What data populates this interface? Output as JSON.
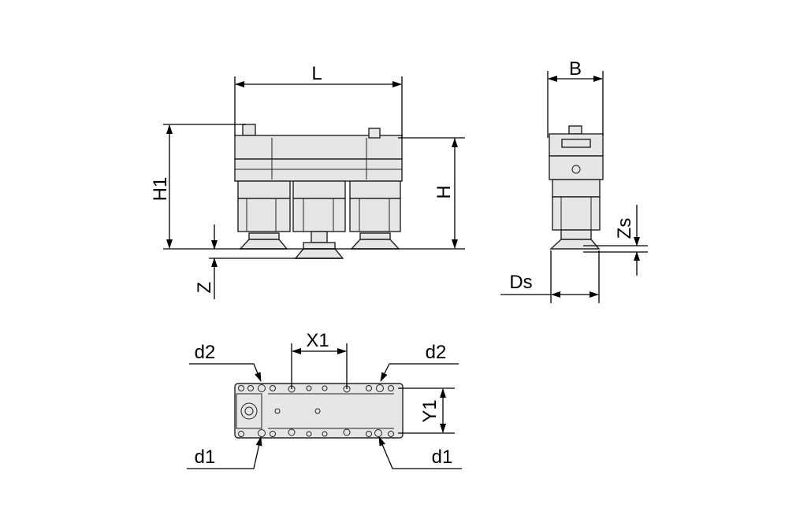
{
  "title": "Vacuum gripper dimensional drawing",
  "views": {
    "front": {
      "dimensions": {
        "length": "L",
        "height_total": "H1",
        "height": "H",
        "offset": "Z"
      }
    },
    "side": {
      "dimensions": {
        "width": "B",
        "suction_offset": "Zs",
        "cup_diameter": "Ds"
      }
    },
    "bottom": {
      "dimensions": {
        "pitch_x": "X1",
        "pitch_y": "Y1",
        "port_d2_left": "d2",
        "port_d2_right": "d2",
        "port_d1_left": "d1",
        "port_d1_right": "d1"
      }
    }
  },
  "colors": {
    "line": "#000000",
    "fill": "#e6e6e6"
  }
}
